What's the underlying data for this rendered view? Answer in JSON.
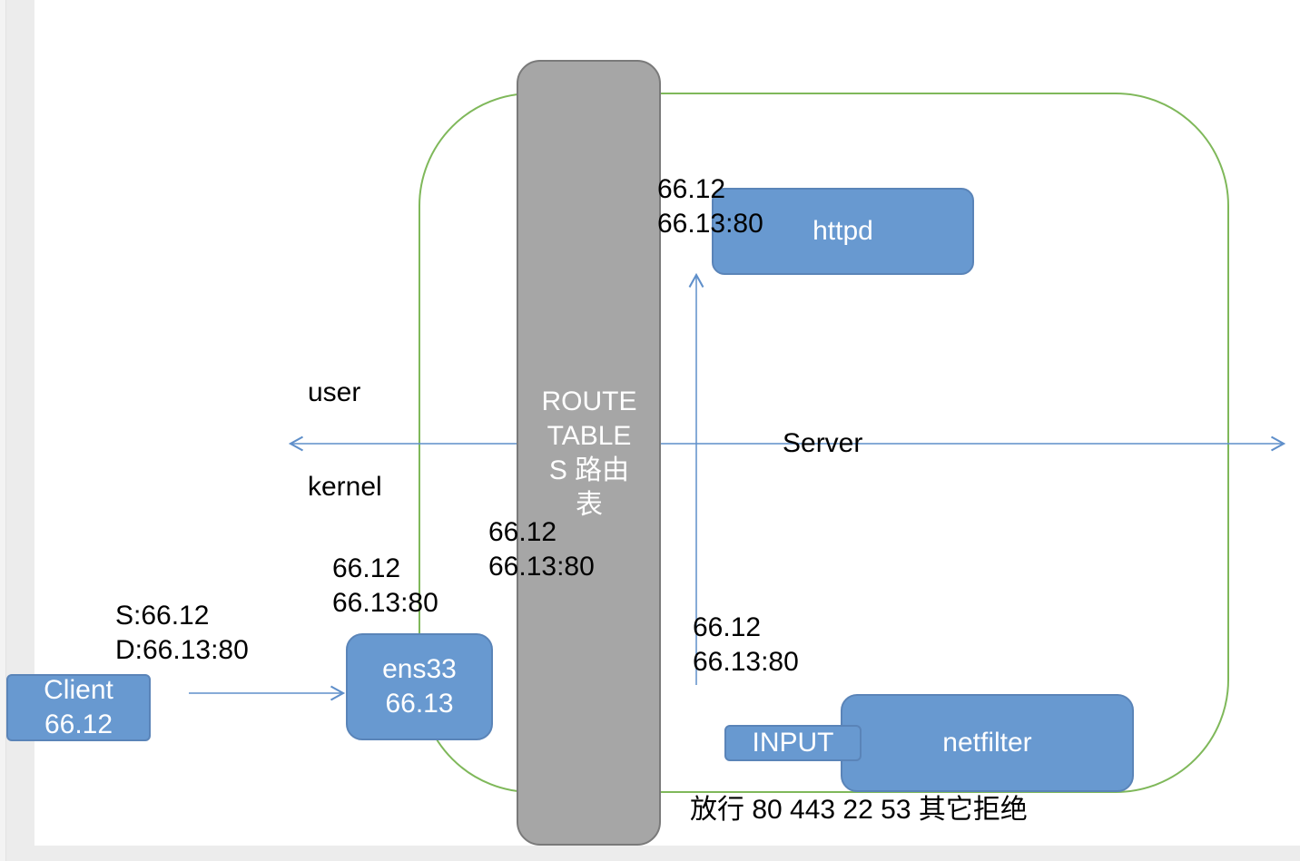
{
  "nodes": {
    "client": "Client\n66.12",
    "ens33": "ens33\n66.13",
    "route_table": "ROUTE\nTABLE\nS 路由\n表",
    "httpd": "httpd",
    "input": "INPUT",
    "netfilter": "netfilter"
  },
  "labels": {
    "user": "user",
    "kernel": "kernel",
    "server": "Server",
    "client_packet": "S:66.12\nD:66.13:80",
    "ens33_packet": "66.12\n66.13:80",
    "route_packet": "66.12\n66.13:80",
    "netfilter_packet": "66.12\n66.13:80",
    "httpd_packet": "66.12\n66.13:80",
    "firewall_rule": "放行 80 443 22 53 其它拒绝"
  },
  "colors": {
    "box_fill": "#6899d0",
    "box_border": "#5a84b8",
    "route_fill": "#a6a6a6",
    "server_outline": "#7fb85a",
    "arrow": "#5f8fca"
  }
}
